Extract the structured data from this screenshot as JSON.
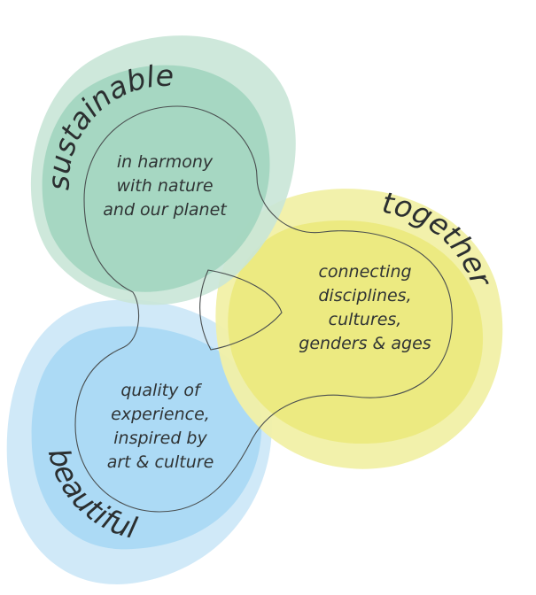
{
  "colors": {
    "green_outer": "#c9e6d7",
    "green_inner": "#9fd4bd",
    "yellow_outer": "#f1f0a6",
    "yellow_inner": "#ebe97c",
    "blue_outer": "#cde8f8",
    "blue_inner": "#a7d8f4",
    "text": "#2f3334"
  },
  "circles": {
    "sustainable": {
      "title": "sustainable",
      "lines": [
        "in harmony",
        "with nature",
        "and our planet"
      ]
    },
    "together": {
      "title": "together",
      "lines": [
        "connecting",
        "disciplines,",
        "cultures,",
        "genders & ages"
      ]
    },
    "beautiful": {
      "title": "beautiful",
      "lines": [
        "quality of",
        "experience,",
        "inspired  by",
        "art & culture"
      ]
    }
  }
}
